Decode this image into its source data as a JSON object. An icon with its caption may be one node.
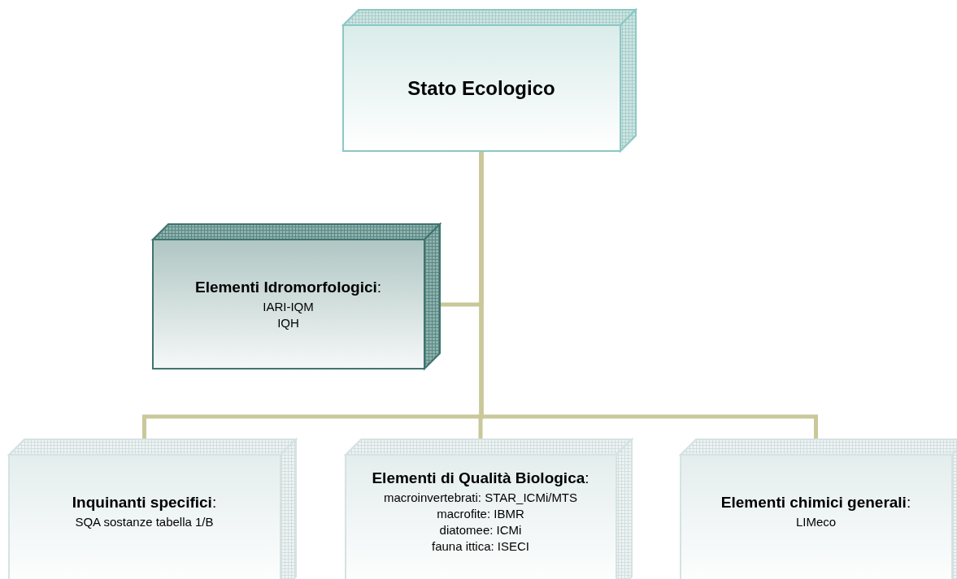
{
  "diagram": {
    "nodes": [
      {
        "text": [
          "Stato Ecologico"
        ]
      },
      {
        "text": [
          "**Elementi Idromorfologici**:",
          "IARI-IQM",
          "IQH"
        ]
      },
      {
        "text": [
          "**Inquinanti specifici**:",
          "SQA sostanze tabella 1/B"
        ]
      },
      {
        "text": [
          "**Elementi di Qualità Biologica**:",
          "macroinvertebrati: STAR_ICMi/MTS",
          "macrofite: IBMR",
          "diatomee: ICMi",
          "fauna ittica: ISECI"
        ]
      },
      {
        "text": [
          "**Elementi chimici generali**:",
          "LIMeco"
        ]
      }
    ],
    "edges": [
      {
        "from": 0,
        "to": 1,
        "arrow": "none"
      },
      {
        "from": 0,
        "to": 2,
        "arrow": "none"
      },
      {
        "from": 0,
        "to": 3,
        "arrow": "none"
      },
      {
        "from": 0,
        "to": 4,
        "arrow": "none"
      }
    ]
  }
}
